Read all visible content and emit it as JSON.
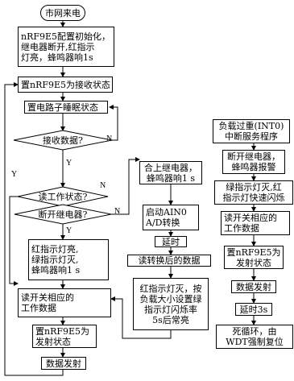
{
  "main_flow": {
    "start": "市网来电",
    "init": "nRF9E5配置初始化，\n继电器断开,红指示\n灯亮，蜂鸣器响1s",
    "set_receive": "置nRF9E5为接收状态",
    "sleep": "置电路子睡眠状态",
    "receive_decision": "接收数据?",
    "read_state_decision": "读工作状态?",
    "relay_off_decision": "断开继电器?",
    "led_report": "红指示灯亮,\n绿指示灯灭,\n蜂鸣器响1 s",
    "read_switch": "读开关相应的\n工作数据",
    "set_transmit": "置nRF9E5为\n发射状态",
    "transmit": "数据发射"
  },
  "middle_flow": {
    "relay_on": "合上继电器，\n蜂鸣器响1 s",
    "adc_start": "启动AIN0\nA/D转换",
    "delay": "延时",
    "read_converted": "读转换后的数据",
    "led_blink": "红指示灯灭，按\n负载大小设置绿\n指示灯闪烁率\n5s后常亮"
  },
  "right_flow": {
    "overload_isr": "负载过重(INT0)\n中断服务程序",
    "relay_alarm": "断开继电器，\n蜂鸣器报警",
    "led_fast_blink": "绿指示灯灭,红\n指示灯快速闪烁",
    "read_switch": "读开关相应的\n工作数据",
    "set_transmit": "置nRF9E5为\n发射状态",
    "transmit": "数据发射",
    "delay_3s": "延时3s",
    "dead_loop": "死循环，由\nWDT强制复位"
  },
  "branch_labels": {
    "yes": "Y",
    "no": "N"
  }
}
